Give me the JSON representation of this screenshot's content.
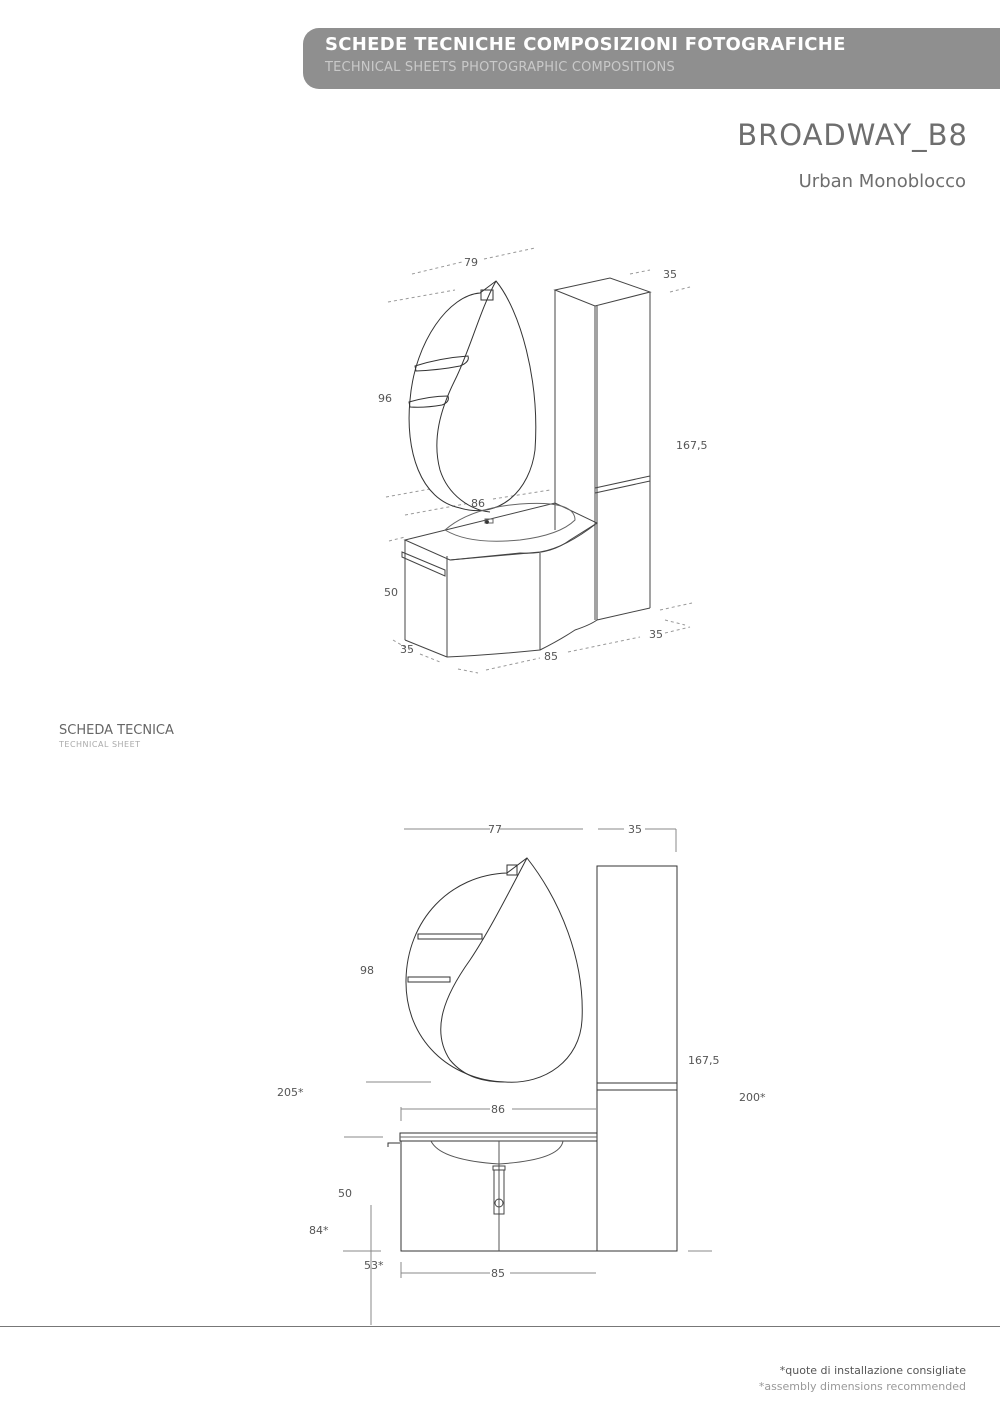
{
  "header": {
    "title": "SCHEDE TECNICHE COMPOSIZIONI FOTOGRAFICHE",
    "subtitle": "TECHNICAL SHEETS PHOTOGRAPHIC COMPOSITIONS",
    "bar_color": "#8f8f8f"
  },
  "product": {
    "name": "BROADWAY_B8",
    "subtitle": "Urban Monoblocco"
  },
  "perspective_drawing": {
    "dimensions": {
      "mirror_width": "79",
      "mirror_height": "96",
      "column_depth_top": "35",
      "column_height": "167,5",
      "vanity_width_top": "86",
      "vanity_height": "50",
      "vanity_depth": "35",
      "vanity_width_bottom": "85",
      "column_depth_bottom": "35"
    }
  },
  "technical_sheet": {
    "title": "SCHEDA TECNICA",
    "subtitle": "TECHNICAL SHEET"
  },
  "front_drawing": {
    "dimensions": {
      "mirror_width": "77",
      "column_width": "35",
      "mirror_height": "98",
      "column_height": "167,5",
      "mirror_install_height": "205*",
      "column_install_height": "200*",
      "vanity_top_width": "86",
      "vanity_height": "50",
      "vanity_install_height": "84*",
      "vanity_base_height": "53*",
      "vanity_bottom_width": "85"
    }
  },
  "footer": {
    "note_it": "*quote di installazione consigliate",
    "note_en": "*assembly dimensions recommended"
  }
}
